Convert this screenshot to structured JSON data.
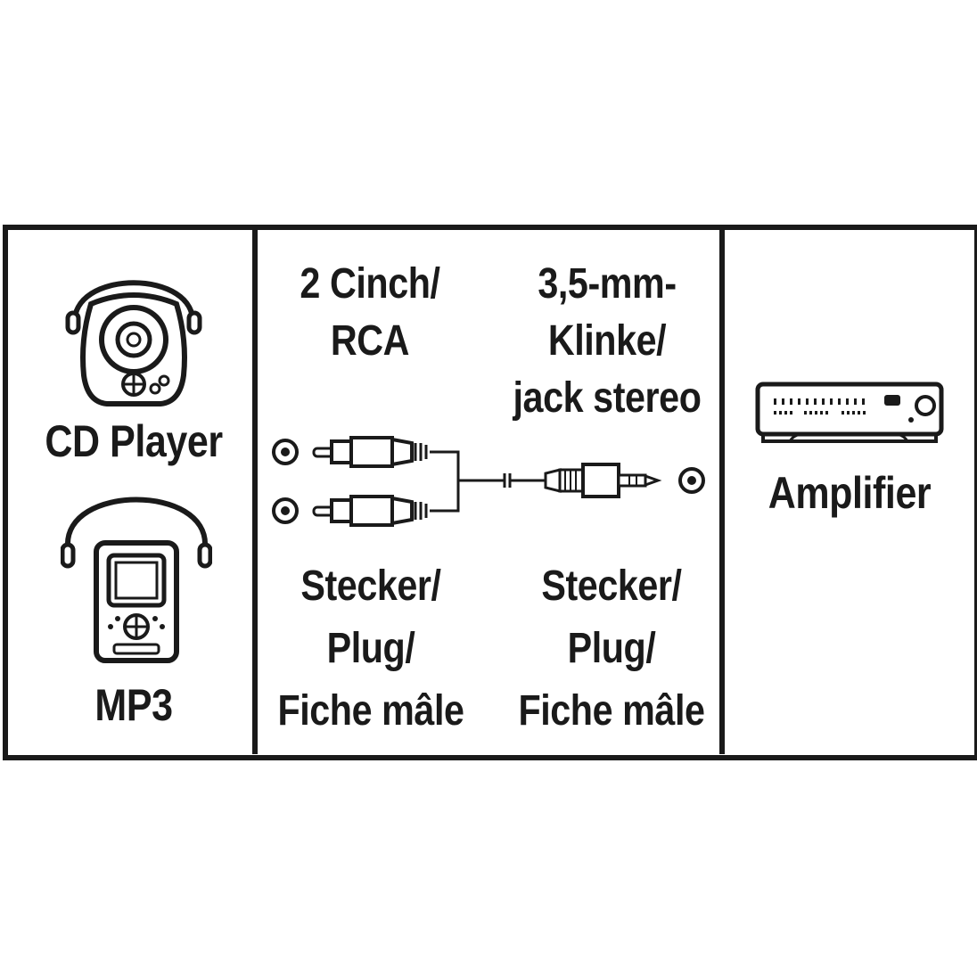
{
  "devices": {
    "source_top": "CD Player",
    "source_bottom": "MP3",
    "target": "Amplifier"
  },
  "connector_left": {
    "title_line1": "2 Cinch/",
    "title_line2": "RCA",
    "gender_line1": "Stecker/",
    "gender_line2": "Plug/",
    "gender_line3": "Fiche mâle"
  },
  "connector_right": {
    "title_line1": "3,5-mm-",
    "title_line2": "Klinke/",
    "title_line3": "jack stereo",
    "gender_line1": "Stecker/",
    "gender_line2": "Plug/",
    "gender_line3": "Fiche mâle"
  },
  "icons": [
    "cd-player-headphones-icon",
    "mp3-player-headphones-icon",
    "rca-plug-icon",
    "jack-plug-icon",
    "amplifier-icon"
  ]
}
